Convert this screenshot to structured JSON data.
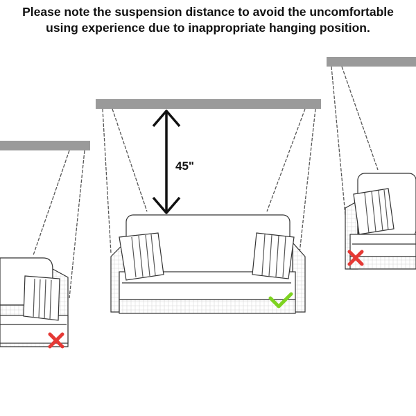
{
  "notice": {
    "line1": "Please note the suspension distance to avoid the uncomfortable",
    "line2": "using experience due to inappropriate hanging position."
  },
  "measurement": {
    "label": "45\""
  },
  "swings": [
    {
      "position": "left",
      "status": "incorrect",
      "icon": "red-x-icon"
    },
    {
      "position": "center",
      "status": "correct",
      "icon": "green-check-icon"
    },
    {
      "position": "right",
      "status": "incorrect",
      "icon": "red-x-icon"
    }
  ],
  "colors": {
    "beam": "#9a9a9a",
    "correct": "#7ed321",
    "incorrect": "#e53935",
    "line": "#333333"
  }
}
